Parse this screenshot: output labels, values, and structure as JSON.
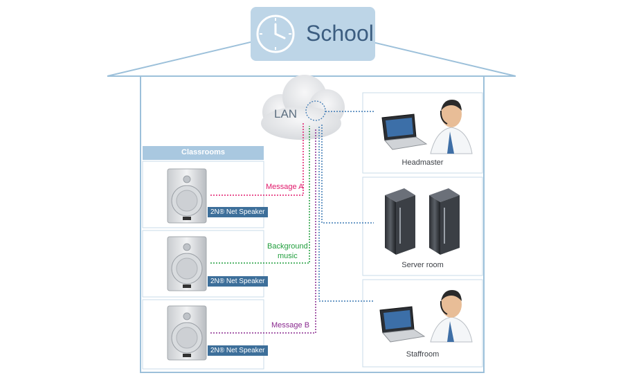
{
  "sign": {
    "title": "School",
    "icon": "clock-icon"
  },
  "network": {
    "cloud_label": "LAN"
  },
  "classrooms": {
    "header": "Classrooms",
    "speakers": [
      {
        "badge": "2N® Net Speaker",
        "message": "Message A",
        "color": "#e0196b"
      },
      {
        "badge": "2N® Net Speaker",
        "message_lines": [
          "Background",
          "music"
        ],
        "color": "#1f9d3b"
      },
      {
        "badge": "2N® Net Speaker",
        "message": "Message B",
        "color": "#8a2a8f"
      }
    ]
  },
  "rooms": {
    "headmaster": {
      "label": "Headmaster"
    },
    "server_room": {
      "label": "Server room"
    },
    "staffroom": {
      "label": "Staffroom"
    }
  },
  "colors": {
    "frame": "#9cc0da",
    "sign_bg": "#bdd5e7",
    "link_blue": "#3c78b3",
    "panel_border": "#c9dbe8",
    "classroom_header": "#a9c8e0"
  }
}
